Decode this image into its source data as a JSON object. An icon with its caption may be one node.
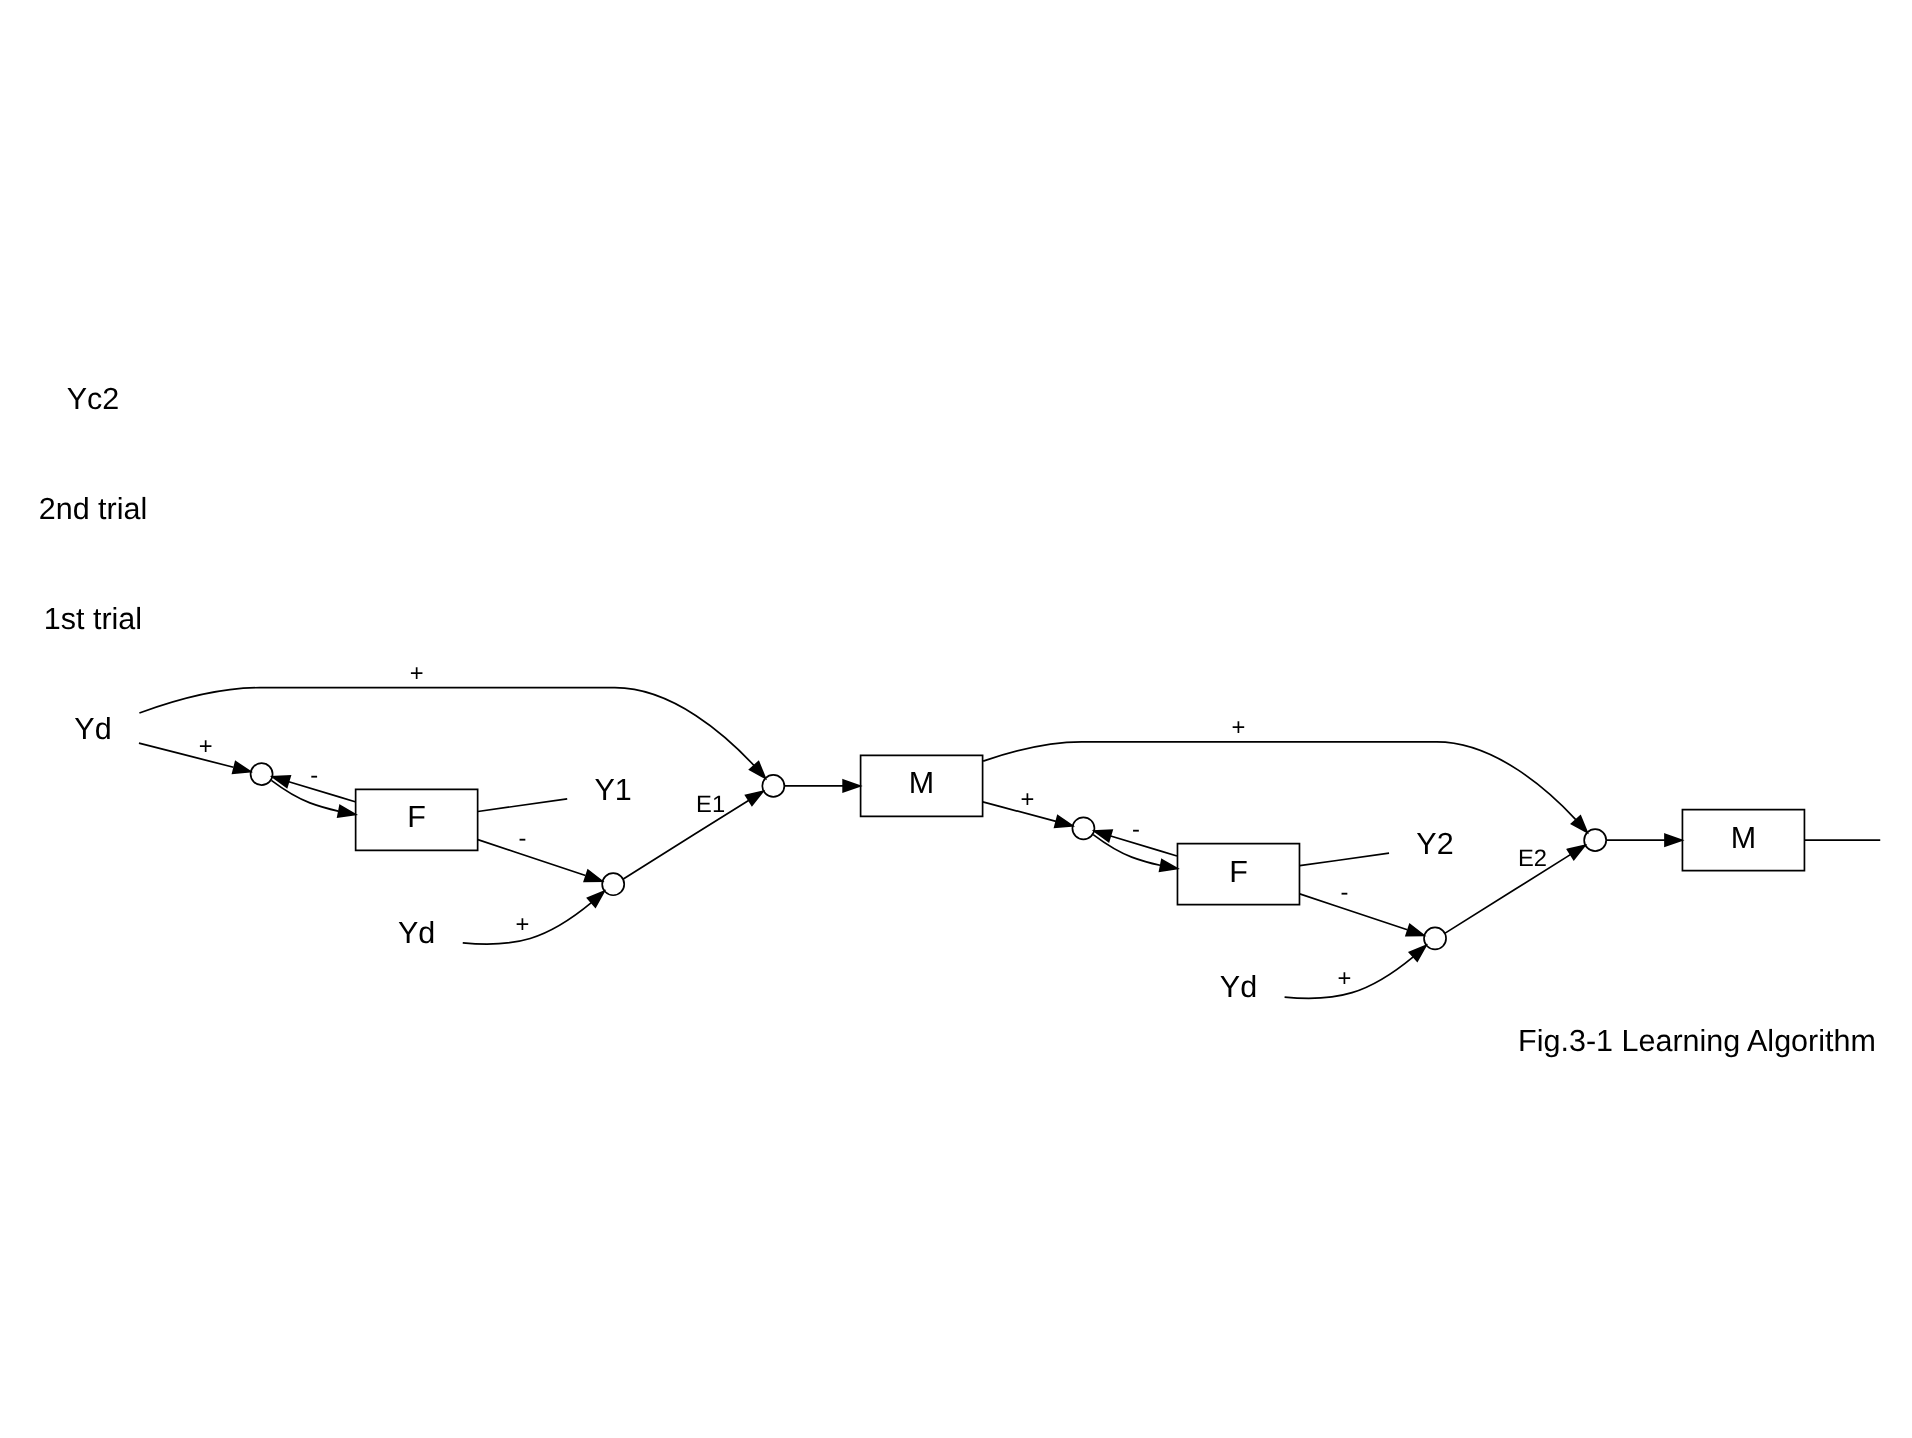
{
  "diagram": {
    "caption": "Fig.3-1 Learning Algorithm",
    "nodes": [
      {
        "text": [
          "Yd"
        ]
      },
      {
        "text": [],
        "shape": "circle"
      },
      {
        "text": [
          "F"
        ]
      },
      {
        "text": [
          "Y1"
        ]
      },
      {
        "text": [
          "Yd"
        ]
      },
      {
        "text": [],
        "shape": "circle"
      },
      {
        "text": [],
        "shape": "circle"
      },
      {
        "text": [
          "M"
        ]
      },
      {
        "text": [],
        "shape": "circle"
      },
      {
        "text": [
          "F"
        ]
      },
      {
        "text": [
          "Y2"
        ]
      },
      {
        "text": [
          "Yd"
        ]
      },
      {
        "text": [],
        "shape": "circle"
      },
      {
        "text": [],
        "shape": "circle"
      },
      {
        "text": [
          "M"
        ]
      }
    ],
    "edges": [
      {
        "from": 0,
        "to": 1,
        "arrow": "to",
        "label": "+"
      },
      {
        "from": 2,
        "to": 1,
        "arrow": "to",
        "label": "-"
      },
      {
        "from": 1,
        "to": 2,
        "arrow": "to"
      },
      {
        "from": 2,
        "to": 3,
        "arrow": "none"
      },
      {
        "from": 2,
        "to": 5,
        "arrow": "to",
        "label": "-"
      },
      {
        "from": 4,
        "to": 5,
        "arrow": "to",
        "label": "+"
      },
      {
        "from": 5,
        "to": 6,
        "arrow": "to",
        "label": "E1"
      },
      {
        "from": 0,
        "to": 6,
        "arrow": "to",
        "label": "+"
      },
      {
        "from": 6,
        "to": 7,
        "arrow": "to"
      },
      {
        "from": 7,
        "to": 8,
        "arrow": "to",
        "label": "+"
      },
      {
        "from": 9,
        "to": 8,
        "arrow": "to",
        "label": "-"
      },
      {
        "from": 8,
        "to": 9,
        "arrow": "to"
      },
      {
        "from": 9,
        "to": 10,
        "arrow": "none"
      },
      {
        "from": 9,
        "to": 12,
        "arrow": "to",
        "label": "-"
      },
      {
        "from": 11,
        "to": 12,
        "arrow": "to",
        "label": "+"
      },
      {
        "from": 12,
        "to": 13,
        "arrow": "to",
        "label": "E2"
      },
      {
        "from": 7,
        "to": 13,
        "arrow": "to",
        "label": "+"
      },
      {
        "from": 13,
        "to": 14,
        "arrow": "to"
      },
      {
        "from": 14,
        "to": null,
        "arrow": "none"
      }
    ],
    "labels": [
      "1st trial",
      "2nd trial",
      "Yc2"
    ]
  }
}
